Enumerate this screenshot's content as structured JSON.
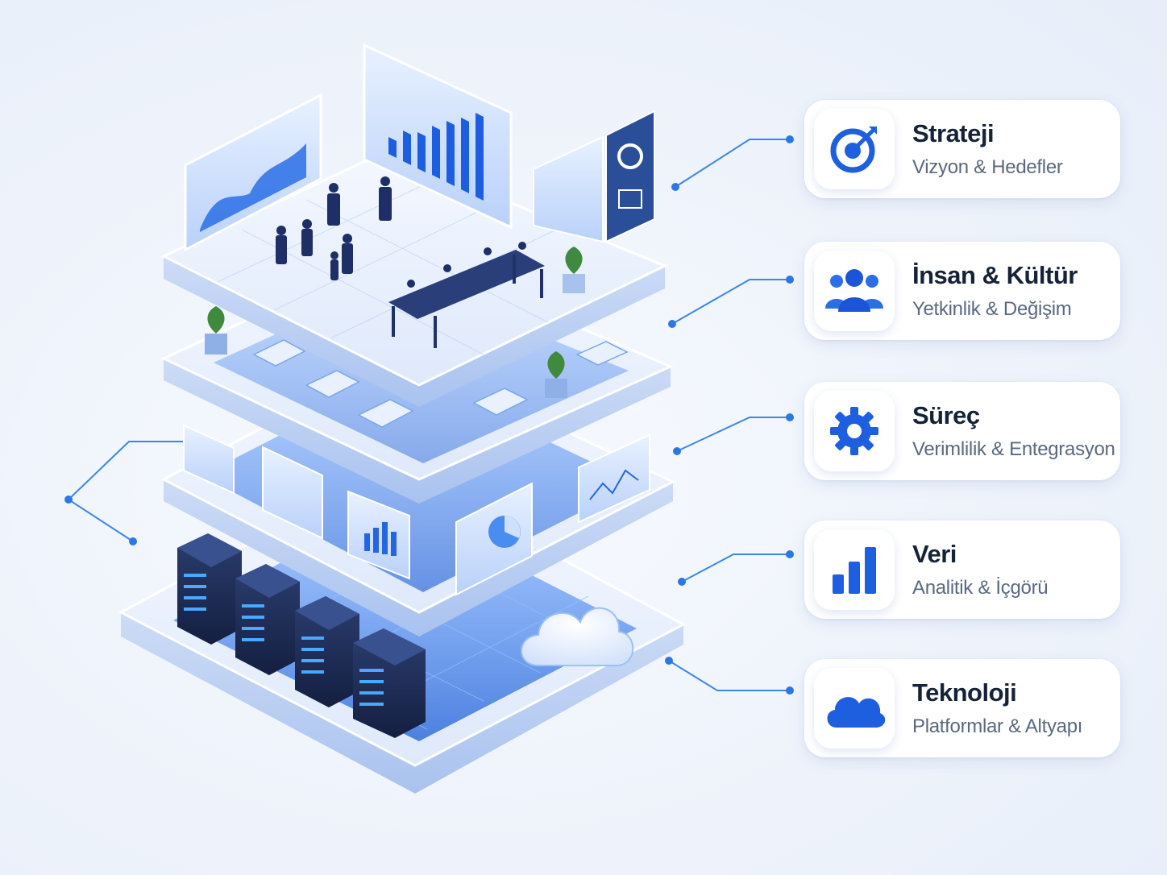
{
  "layers": [
    {
      "title": "Strateji",
      "subtitle": "Vizyon & Hedefler",
      "icon": "target-icon"
    },
    {
      "title": "İnsan & Kültür",
      "subtitle": "Yetkinlik & Değişim",
      "icon": "people-icon"
    },
    {
      "title": "Süreç",
      "subtitle": "Verimlilik & Entegrasyon",
      "icon": "gear-icon"
    },
    {
      "title": "Veri",
      "subtitle": "Analitik & İçgörü",
      "icon": "bar-chart-icon"
    },
    {
      "title": "Teknoloji",
      "subtitle": "Platformlar & Altyapı",
      "icon": "cloud-icon"
    }
  ],
  "colors": {
    "accent": "#1a5fe0",
    "accent_light": "#3d8bff",
    "title": "#152238",
    "subtitle": "#5a6880",
    "connector": "#3b86e8"
  }
}
